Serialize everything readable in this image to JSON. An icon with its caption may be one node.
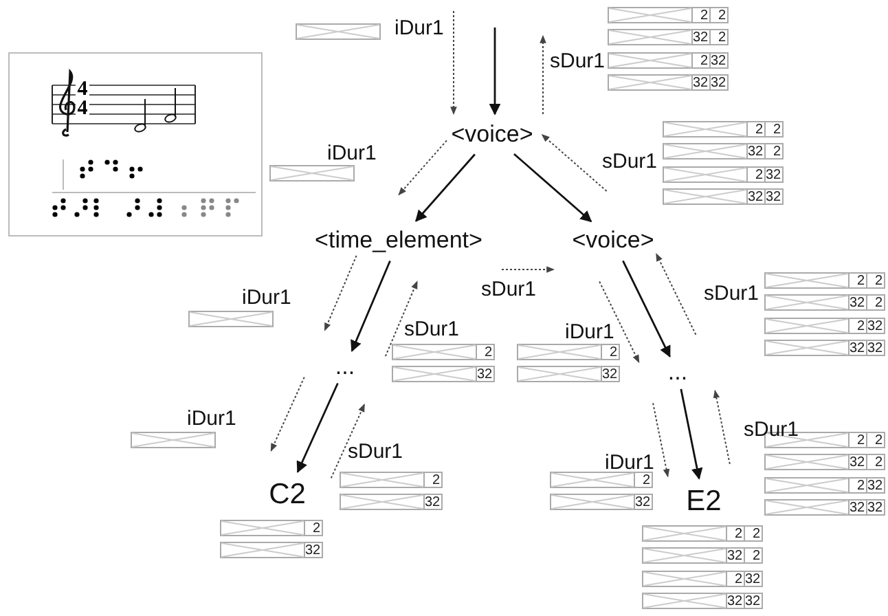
{
  "diagram": {
    "nodes": [
      {
        "text": [
          "<voice>"
        ]
      },
      {
        "text": [
          "<time_element>"
        ]
      },
      {
        "text": [
          "<voice>"
        ]
      },
      {
        "text": [
          "..."
        ]
      },
      {
        "text": [
          "..."
        ]
      },
      {
        "text": [
          "C2"
        ]
      },
      {
        "text": [
          "E2"
        ]
      }
    ],
    "edges": [
      {
        "from": null,
        "to": 0,
        "arrow": "to"
      },
      {
        "from": 0,
        "to": 1,
        "arrow": "to"
      },
      {
        "from": 0,
        "to": 2,
        "arrow": "to"
      },
      {
        "from": 1,
        "to": 3,
        "arrow": "to"
      },
      {
        "from": 2,
        "to": 4,
        "arrow": "to"
      },
      {
        "from": 3,
        "to": 5,
        "arrow": "to"
      },
      {
        "from": 4,
        "to": 6,
        "arrow": "to"
      },
      {
        "from": null,
        "to": 0,
        "arrow": "to",
        "style": "dashed",
        "label": "iDur1"
      },
      {
        "from": 0,
        "to": null,
        "arrow": "to",
        "style": "dashed",
        "label": "sDur1"
      },
      {
        "from": 0,
        "to": 1,
        "arrow": "to",
        "style": "dashed",
        "label": "iDur1"
      },
      {
        "from": 2,
        "to": 0,
        "arrow": "to",
        "style": "dashed",
        "label": "sDur1"
      },
      {
        "from": 1,
        "to": 2,
        "arrow": "to",
        "style": "dashed",
        "label": "sDur1"
      },
      {
        "from": 1,
        "to": 3,
        "arrow": "to",
        "style": "dashed",
        "label": "iDur1"
      },
      {
        "from": 3,
        "to": 1,
        "arrow": "to",
        "style": "dashed",
        "label": "sDur1"
      },
      {
        "from": 2,
        "to": 4,
        "arrow": "to",
        "style": "dashed",
        "label": "iDur1"
      },
      {
        "from": 4,
        "to": 2,
        "arrow": "to",
        "style": "dashed",
        "label": "sDur1"
      },
      {
        "from": 3,
        "to": 5,
        "arrow": "to",
        "style": "dashed",
        "label": "iDur1"
      },
      {
        "from": 5,
        "to": 3,
        "arrow": "to",
        "style": "dashed",
        "label": "sDur1"
      },
      {
        "from": 4,
        "to": 6,
        "arrow": "to",
        "style": "dashed",
        "label": "iDur1"
      },
      {
        "from": 6,
        "to": 4,
        "arrow": "to",
        "style": "dashed",
        "label": "sDur1"
      }
    ],
    "labels": [
      "4",
      "4",
      "2",
      "2",
      "32",
      "2",
      "2",
      "32",
      "32",
      "32",
      "2",
      "2",
      "32",
      "2",
      "2",
      "32",
      "32",
      "32",
      "2",
      "2",
      "32",
      "2",
      "2",
      "32",
      "2",
      "2",
      "32",
      "32",
      "32",
      "32",
      "2",
      "2",
      "32",
      "2",
      "2",
      "2",
      "2",
      "32",
      "32",
      "32",
      "32",
      "32",
      "2",
      "2",
      "2",
      "32",
      "32",
      "2",
      "2",
      "32",
      "32",
      "32"
    ]
  }
}
